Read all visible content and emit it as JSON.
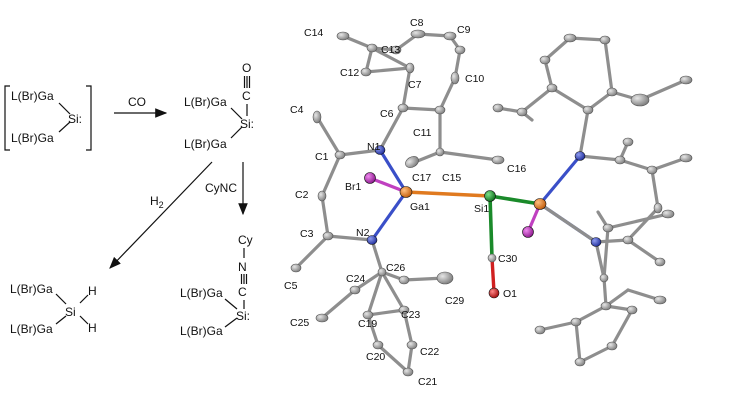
{
  "scheme": {
    "bracket_top": "L(Br)Ga",
    "bracket_bottom": "L(Br)Ga",
    "silylene": "Si:",
    "arrow_co": "CO",
    "co_adduct": {
      "top": "L(Br)Ga",
      "bottom": "L(Br)Ga",
      "si": "Si:",
      "c": "C",
      "o": "O"
    },
    "arrow_h2": "H2",
    "arrow_cync": "CyNC",
    "h2_product": {
      "top": "L(Br)Ga",
      "bottom": "L(Br)Ga",
      "si": "Si",
      "h1": "H",
      "h2": "H"
    },
    "cync_product": {
      "top": "L(Br)Ga",
      "bottom": "L(Br)Ga",
      "si": "Si:",
      "c": "C",
      "n": "N",
      "cy": "Cy"
    }
  },
  "atom_labels": {
    "c14": "C14",
    "c8": "C8",
    "c9": "C9",
    "c13": "C13",
    "c12": "C12",
    "c7": "C7",
    "c10": "C10",
    "c4": "C4",
    "c6": "C6",
    "c11": "C11",
    "n1": "N1",
    "c1": "C1",
    "c16": "C16",
    "c17": "C17",
    "c15": "C15",
    "br1": "Br1",
    "c2": "C2",
    "ga1": "Ga1",
    "si1": "Si1",
    "n2": "N2",
    "c3": "C3",
    "c30": "C30",
    "c26": "C26",
    "c24": "C24",
    "c29": "C29",
    "c5": "C5",
    "o1": "O1",
    "c25": "C25",
    "c19": "C19",
    "c23": "C23",
    "c22": "C22",
    "c20": "C20",
    "c21": "C21"
  },
  "colors": {
    "carbon": "#9a9a9a",
    "nitrogen": "#2a3fbf",
    "gallium": "#e07a1f",
    "silicon": "#1a8a2a",
    "bromine": "#b02ab0",
    "oxygen": "#d01010"
  }
}
